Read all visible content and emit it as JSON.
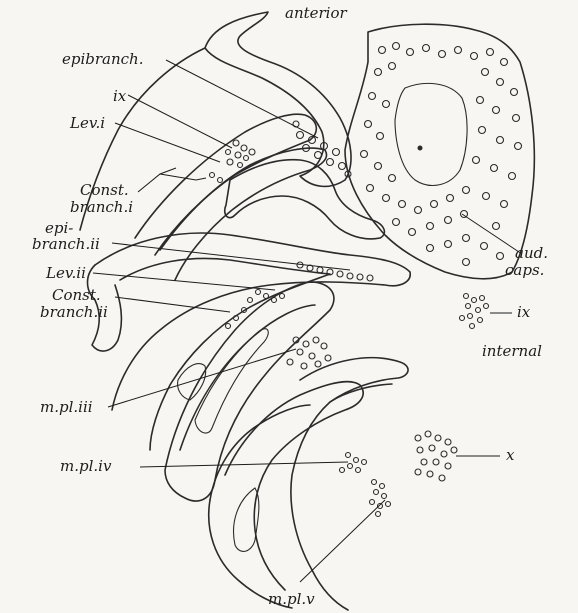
{
  "labels": {
    "anterior": "anterior",
    "epibranch": "epibranch.",
    "ix_top": "ix",
    "lev_i": "Lev.i",
    "const_branch_i_1": "Const.",
    "const_branch_i_2": "branch.i",
    "epi_ii_1": "epi-",
    "epi_ii_2": "branch.ii",
    "lev_ii": "Lev.ii",
    "const_branch_ii_1": "Const.",
    "const_branch_ii_2": "branch.ii",
    "aud_caps_1": "aud.",
    "aud_caps_2": "caps.",
    "ix_right": "ix",
    "internal": "internal",
    "m_pl_iii": "m.pl.iii",
    "m_pl_iv": "m.pl.iv",
    "x": "x",
    "m_pl_v": "m.pl.v"
  }
}
